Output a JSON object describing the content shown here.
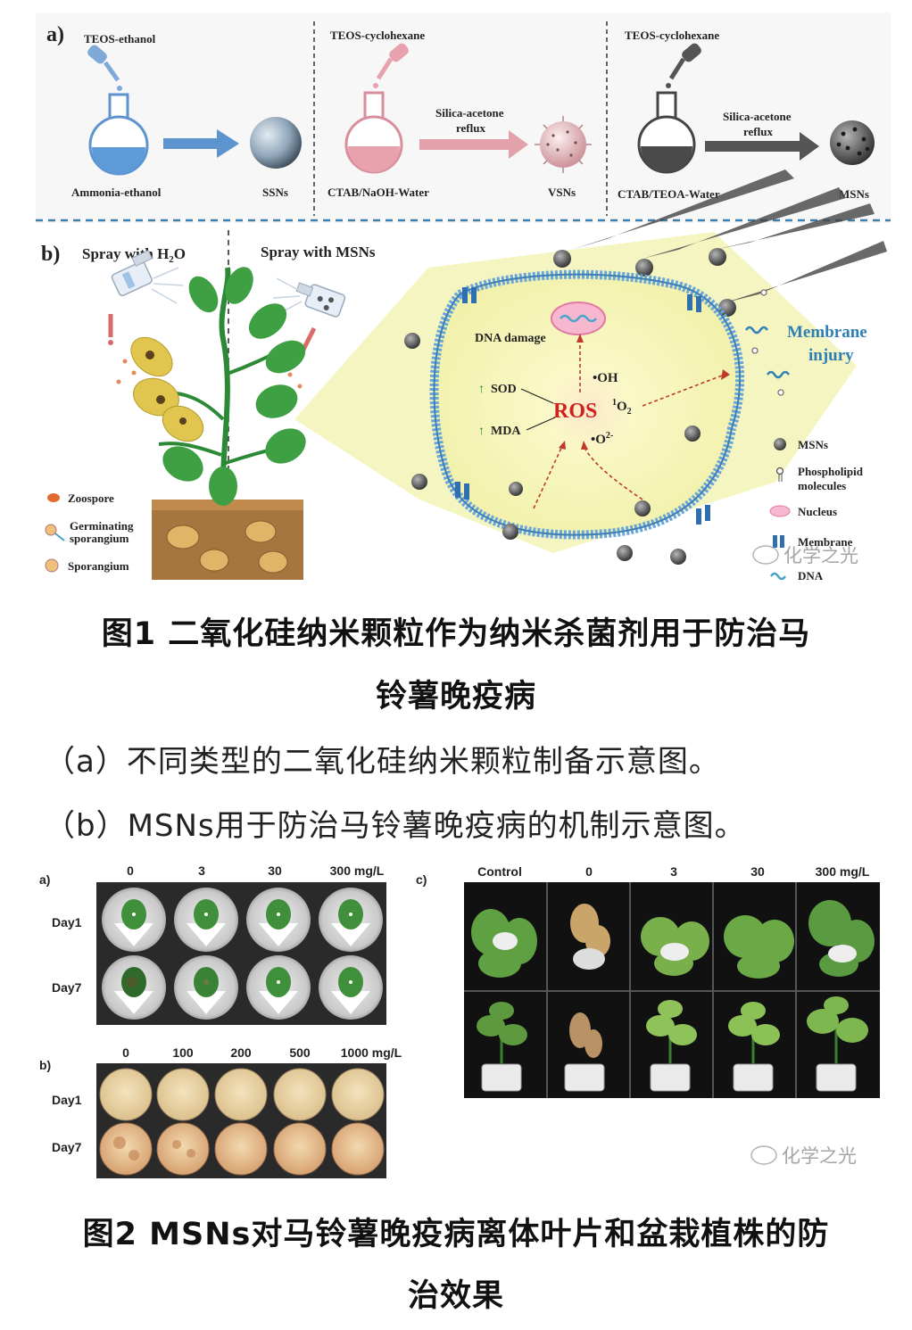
{
  "figure1": {
    "panel_a": {
      "label": "a)",
      "steps": [
        {
          "reagent": "TEOS-ethanol",
          "flask": "Ammonia-ethanol",
          "product": "SSNs"
        },
        {
          "reagent": "TEOS-cyclohexane",
          "flask": "CTAB/NaOH-Water",
          "arrow_top": "Silica-acetone",
          "arrow_bottom": "reflux",
          "product": "VSNs"
        },
        {
          "reagent": "TEOS-cyclohexane",
          "flask": "CTAB/TEOA-Water",
          "arrow_top": "Silica-acetone",
          "arrow_bottom": "reflux",
          "product": "MSNs"
        }
      ]
    },
    "panel_b": {
      "label": "b)",
      "spray_h2o": "Spray with H",
      "spray_h2o_sub": "2",
      "spray_h2o_end": "O",
      "spray_msns": "Spray with MSNs",
      "legend_left": [
        "Zoospore",
        "Germinating sporangium",
        "Sporangium"
      ],
      "germ_line1": "Germinating",
      "germ_line2": "sporangium",
      "cell": {
        "dna_damage": "DNA damage",
        "oh": "•OH",
        "sod": "SOD",
        "ros": "ROS",
        "o2_sup": "1",
        "o2_main": "O",
        "o2_sub": "2",
        "mda": "MDA",
        "superoxide": "•O",
        "superoxide_sup": "2-",
        "membrane_line1": "Membrane",
        "membrane_line2": "injury"
      },
      "legend_right": {
        "msns": "MSNs",
        "phospholipid_1": "Phospholipid",
        "phospholipid_2": "molecules",
        "nucleus": "Nucleus",
        "membrane": "Membrane",
        "dna": "DNA"
      }
    },
    "watermark": "化学之光"
  },
  "caption1": {
    "title_line1": "图1  二氧化硅纳米颗粒作为纳米杀菌剂用于防治马",
    "title_line2": "铃薯晚疫病",
    "desc_a": "（a）不同类型的二氧化硅纳米颗粒制备示意图。",
    "desc_b": "（b）MSNs用于防治马铃薯晚疫病的机制示意图。"
  },
  "figure2": {
    "panel_a": {
      "label": "a)",
      "cols": [
        "0",
        "3",
        "30",
        "300 mg/L"
      ],
      "rows": [
        "Day1",
        "Day7"
      ]
    },
    "panel_b": {
      "label": "b)",
      "cols": [
        "0",
        "100",
        "200",
        "500",
        "1000 mg/L"
      ],
      "rows": [
        "Day1",
        "Day7"
      ]
    },
    "panel_c": {
      "label": "c)",
      "cols": [
        "Control",
        "0",
        "3",
        "30",
        "300  mg/L"
      ]
    },
    "watermark": "化学之光"
  },
  "caption2": {
    "title_line1": "图2  MSNs对马铃薯晚疫病离体叶片和盆栽植株的防",
    "title_line2": "治效果"
  }
}
